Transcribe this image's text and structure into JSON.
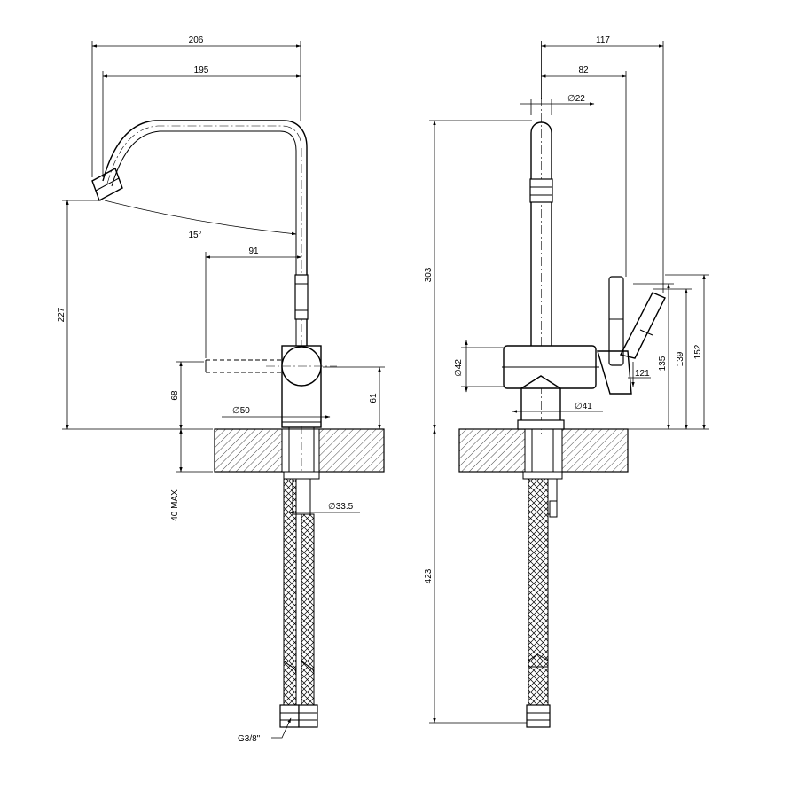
{
  "front_view": {
    "dimensions": {
      "overall_width": "206",
      "spout_reach": "195",
      "lever_offset": "91",
      "height_to_outlet": "227",
      "body_height": "61",
      "lever_height": "68",
      "base_diameter": "∅50",
      "hole_diameter": "∅33.5",
      "deck_thickness": "40 MAX",
      "spout_angle": "15°",
      "connection_thread": "G3/8\""
    }
  },
  "side_view": {
    "dimensions": {
      "overall_depth": "117",
      "lever_depth": "82",
      "spout_diameter": "∅22",
      "total_height": "303",
      "body_diameter": "∅42",
      "base_diameter": "∅41",
      "lever_small": "121",
      "lever_135": "135",
      "lever_139": "139",
      "lever_152": "152",
      "hose_length": "423"
    }
  }
}
